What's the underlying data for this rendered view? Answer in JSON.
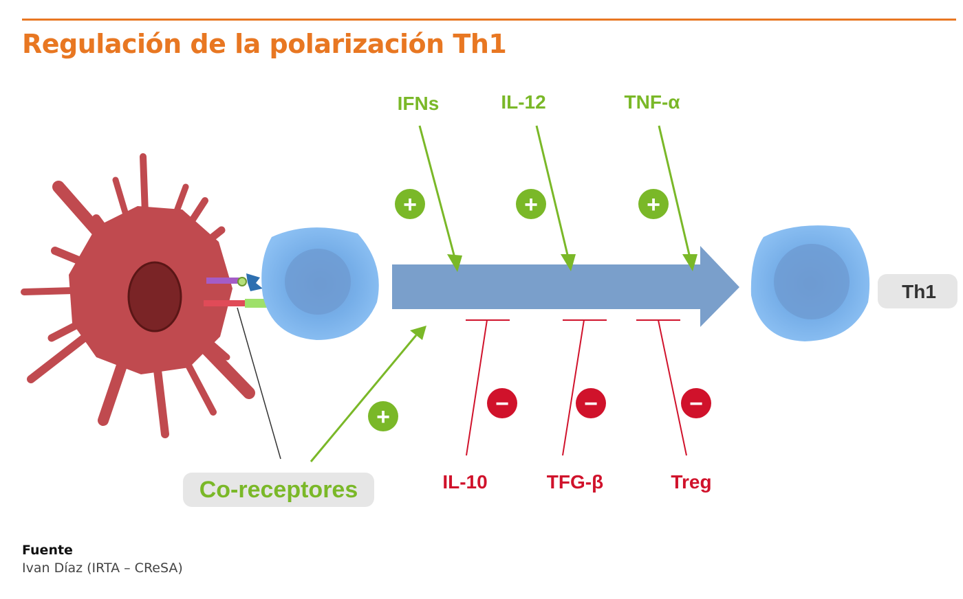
{
  "title": "Regulación de la polarización Th1",
  "colors": {
    "accent": "#e87722",
    "positive": "#7ab828",
    "negative": "#d0122b",
    "cell": "#74aeea",
    "dendritic": "#c04a4f",
    "arrow": "#7a9fcb",
    "pill": "#e6e6e6"
  },
  "positive_signals": [
    {
      "label": "IFNs",
      "symbol": "+"
    },
    {
      "label": "IL-12",
      "symbol": "+"
    },
    {
      "label": "TNF-α",
      "symbol": "+"
    }
  ],
  "negative_signals": [
    {
      "label": "IL-10",
      "symbol": "−"
    },
    {
      "label": "TFG-β",
      "symbol": "−"
    },
    {
      "label": "Treg",
      "symbol": "−"
    }
  ],
  "coreceptors": {
    "label": "Co-receptores",
    "symbol": "+"
  },
  "result": {
    "label": "Th1"
  },
  "source": {
    "heading": "Fuente",
    "text": "Ivan Díaz (IRTA – CReSA)"
  }
}
